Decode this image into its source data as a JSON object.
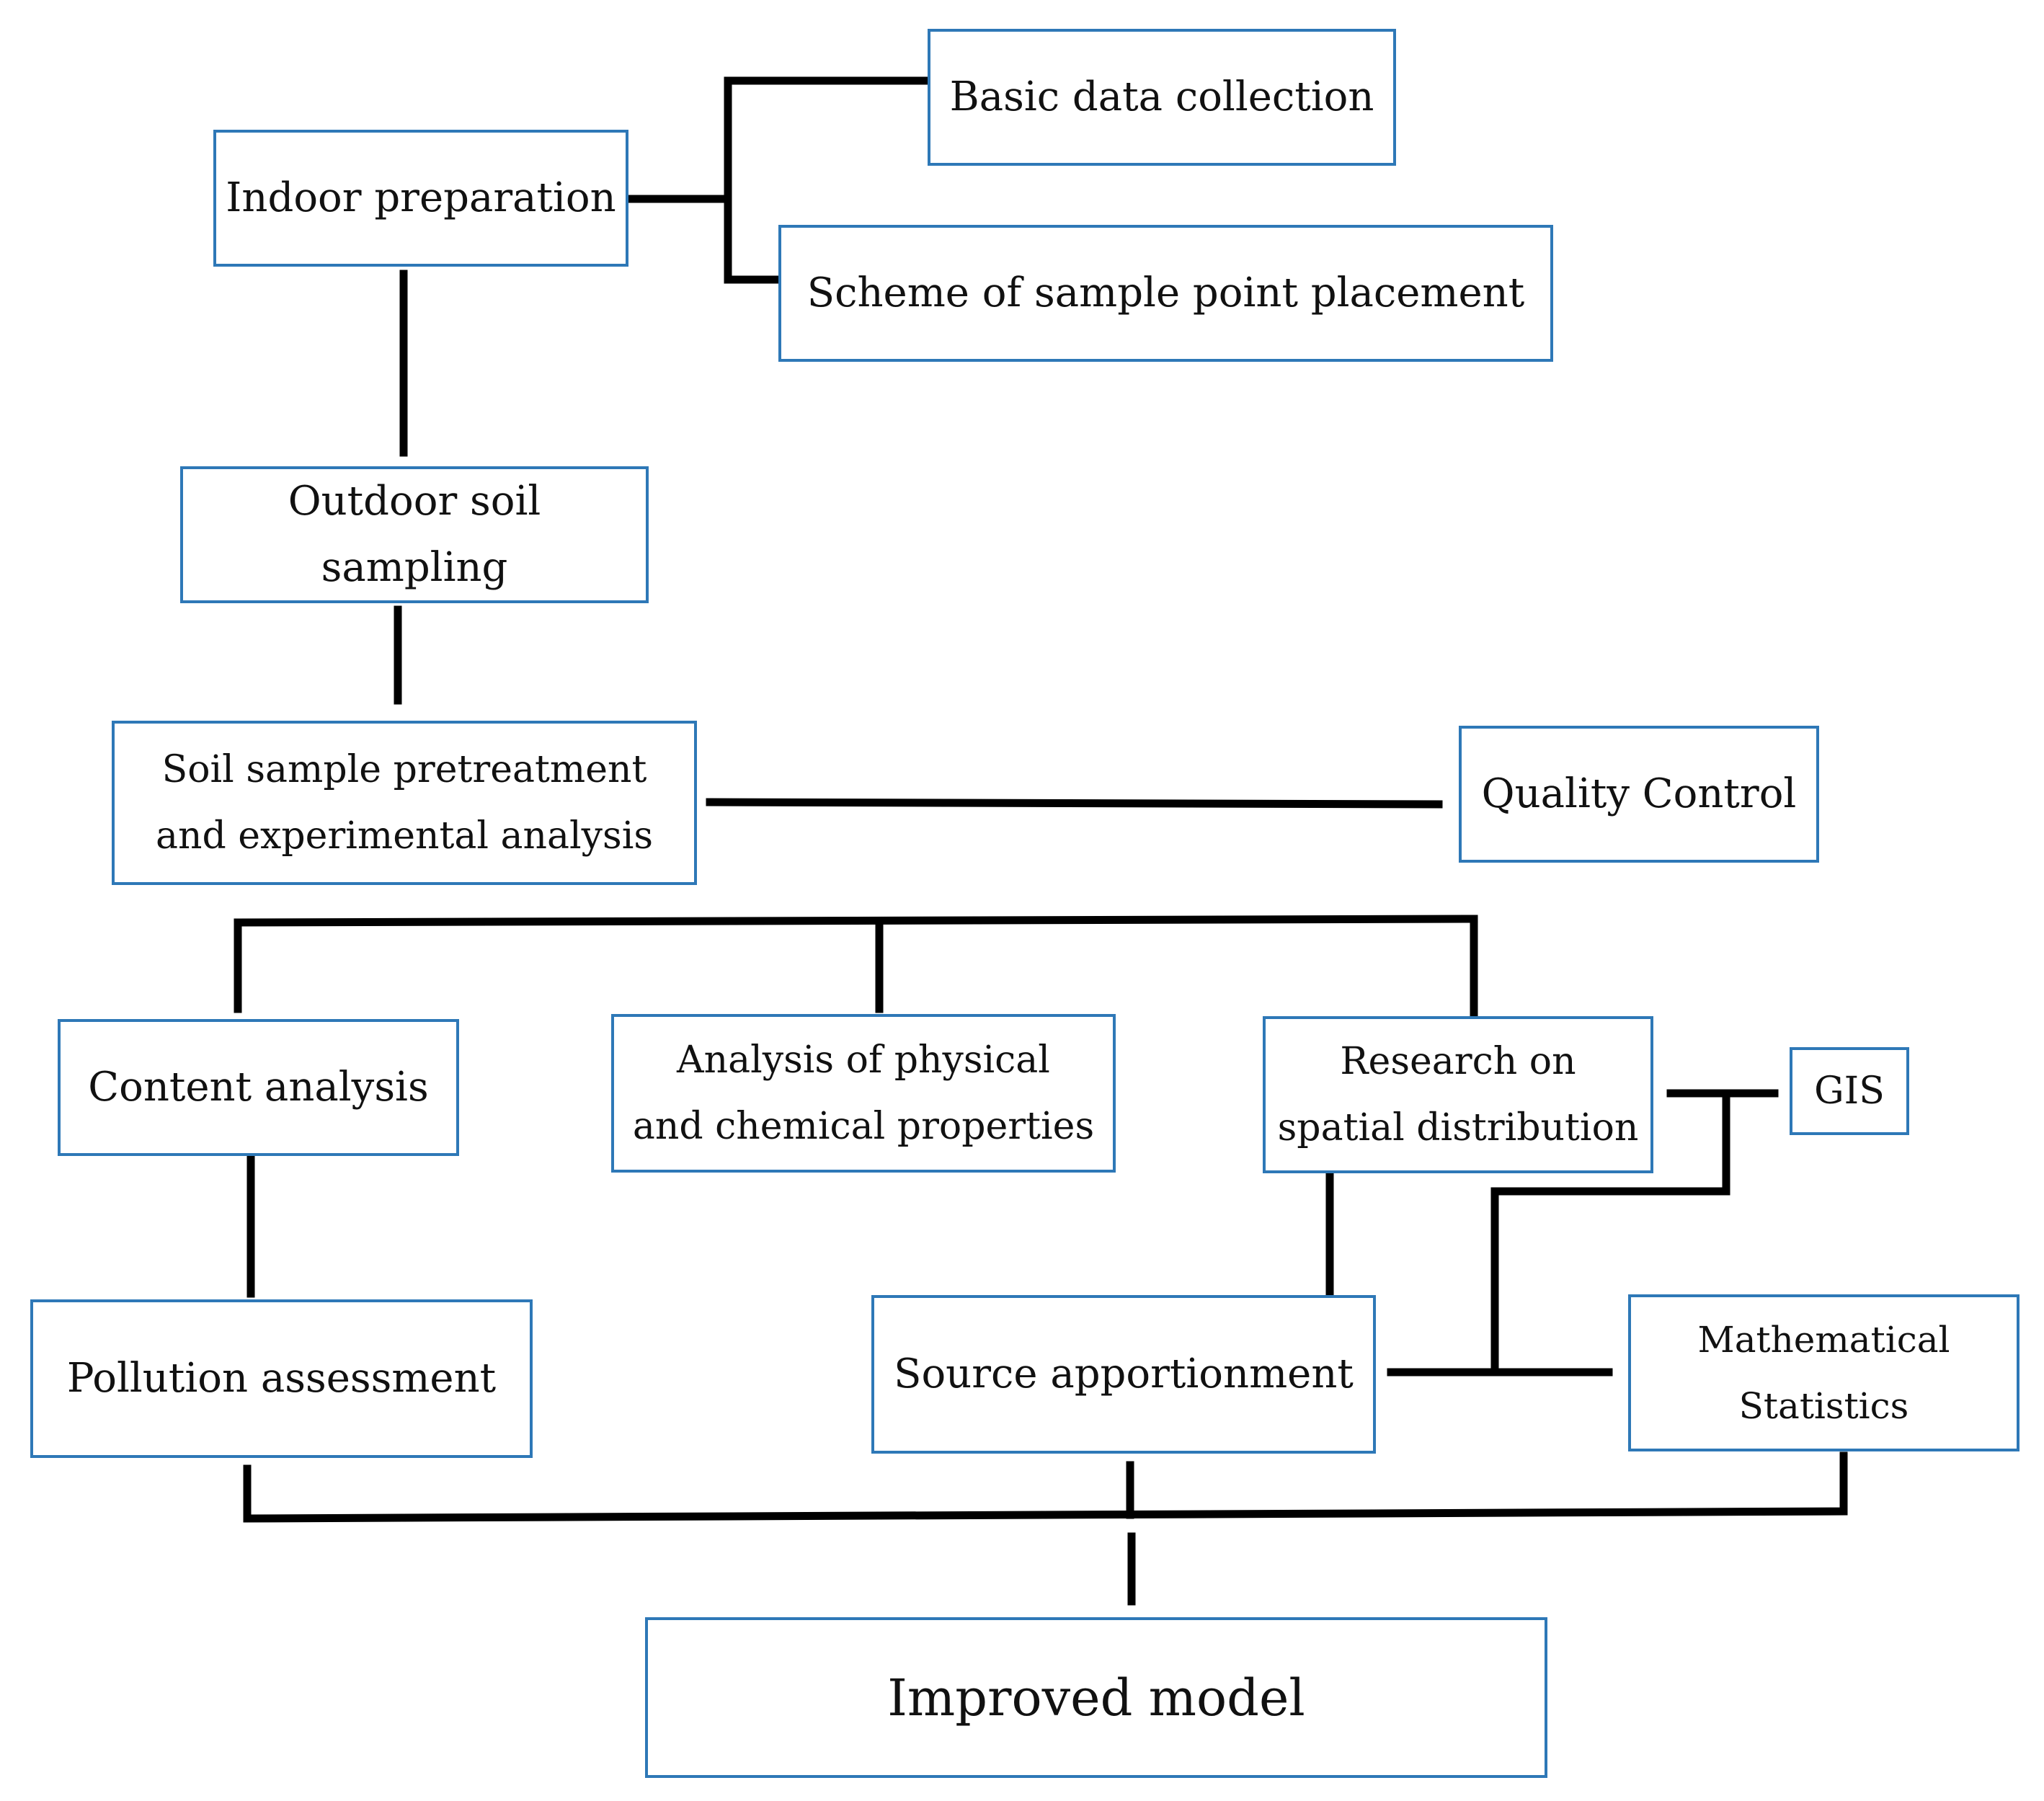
{
  "nodes": {
    "indoor_preparation": "Indoor preparation",
    "basic_data_collection": "Basic data collection",
    "scheme_of_sample_point_placement": "Scheme of sample point placement",
    "outdoor_soil_sampling": "Outdoor soil sampling",
    "soil_sample_pretreatment": "Soil sample pretreatment\nand experimental analysis",
    "quality_control": "Quality Control",
    "content_analysis": "Content analysis",
    "analysis_physical_chemical": "Analysis of physical\nand chemical properties",
    "research_spatial_distribution": "Research on\nspatial distribution",
    "gis": "GIS",
    "pollution_assessment": "Pollution assessment",
    "source_apportionment": "Source apportionment",
    "mathematical_statistics": "Mathematical\nStatistics",
    "improved_model": "Improved model"
  },
  "colors": {
    "box_border": "#2e78b7",
    "connector": "#000000"
  }
}
